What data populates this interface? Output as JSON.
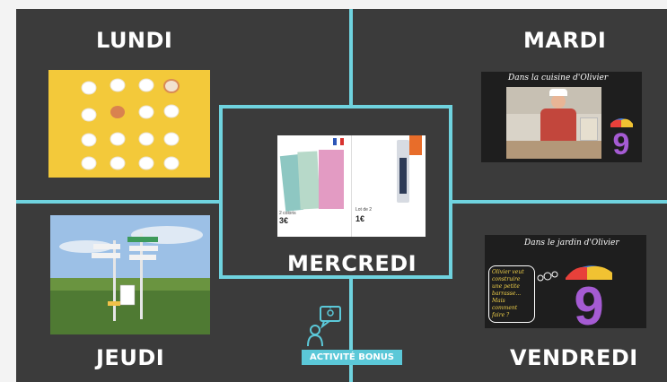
{
  "days": {
    "monday": "LUNDI",
    "tuesday": "MARDI",
    "wednesday": "MERCREDI",
    "thursday": "JEUDI",
    "friday": "VENDREDI"
  },
  "tuesday_card": {
    "caption": "Dans la cuisine d'Olivier",
    "badge_digit": "9"
  },
  "wednesday_card": {
    "price_left": "3€",
    "price_right": "1€",
    "lot_left": "2 coloris",
    "lot_right": "Lot de 2"
  },
  "friday_card": {
    "caption": "Dans le jardin d'Olivier",
    "bubble_text": "Olivier veut construire une petite barrasse... Mais comment faire ?",
    "badge_digit": "9"
  },
  "bonus": {
    "label": "ACTIVITÉ BONUS"
  },
  "colors": {
    "board": "#3b3b3b",
    "divider": "#6fd3df",
    "egg_background": "#f3c93a",
    "bonus_badge": "#5bc8d8"
  }
}
